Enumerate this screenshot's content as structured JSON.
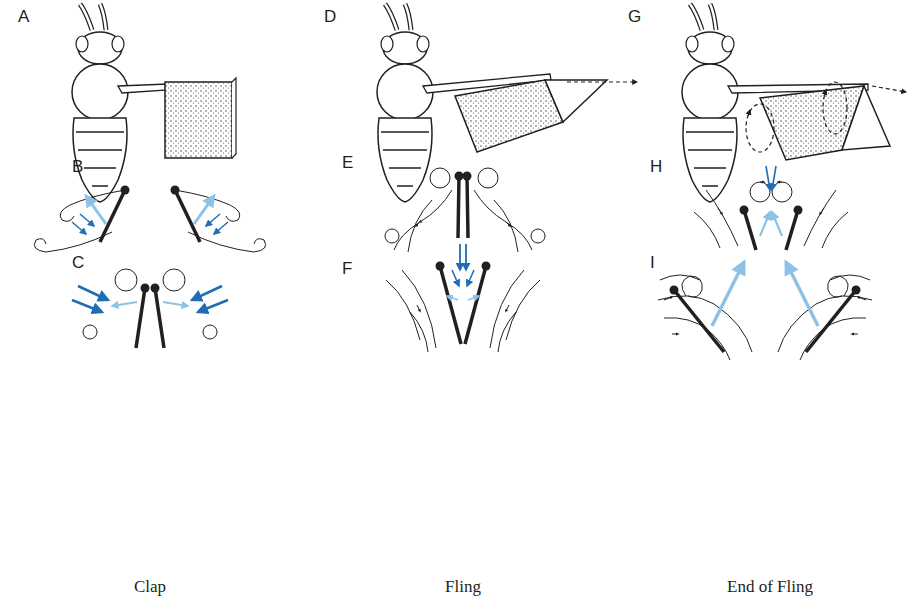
{
  "diagram": {
    "labels": [
      "A",
      "D",
      "G",
      "B",
      "E",
      "H",
      "C",
      "F",
      "I",
      "Clap",
      "Fling",
      "End of Fling"
    ]
  }
}
